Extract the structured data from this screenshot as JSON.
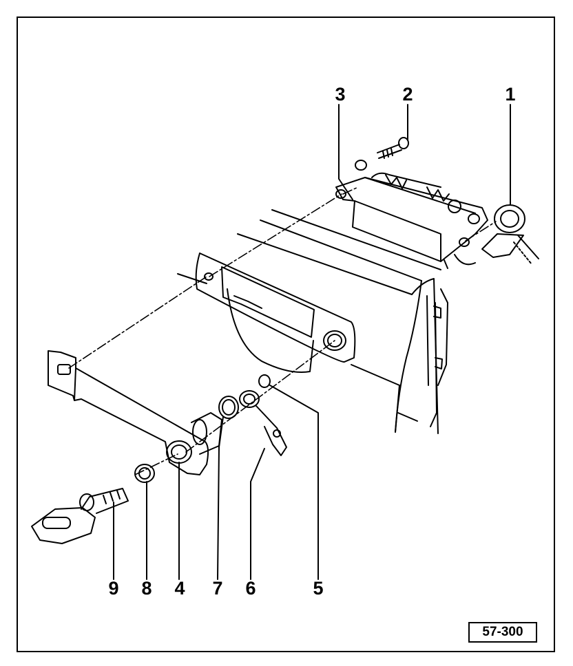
{
  "callouts": {
    "c1": "1",
    "c2": "2",
    "c3": "3",
    "c4": "4",
    "c5": "5",
    "c6": "6",
    "c7": "7",
    "c8": "8",
    "c9": "9"
  },
  "reference_code": "57-300",
  "colors": {
    "ink": "#000000",
    "paper": "#ffffff"
  }
}
